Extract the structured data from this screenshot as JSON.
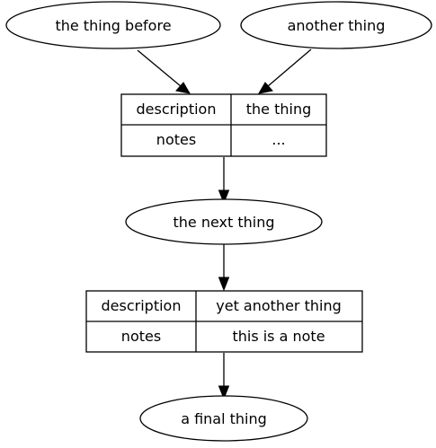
{
  "nodes": {
    "thing_before": "the thing before",
    "another_thing": "another thing",
    "record1": {
      "cell_top_left": "description",
      "cell_top_right": "the thing",
      "cell_bottom_left": "notes",
      "cell_bottom_right": "..."
    },
    "next_thing": "the next thing",
    "record2": {
      "cell_top_left": "description",
      "cell_top_right": "yet another thing",
      "cell_bottom_left": "notes",
      "cell_bottom_right": "this is a note"
    },
    "final_thing": "a final thing"
  },
  "colors": {
    "stroke": "#000000",
    "background": "#ffffff"
  }
}
